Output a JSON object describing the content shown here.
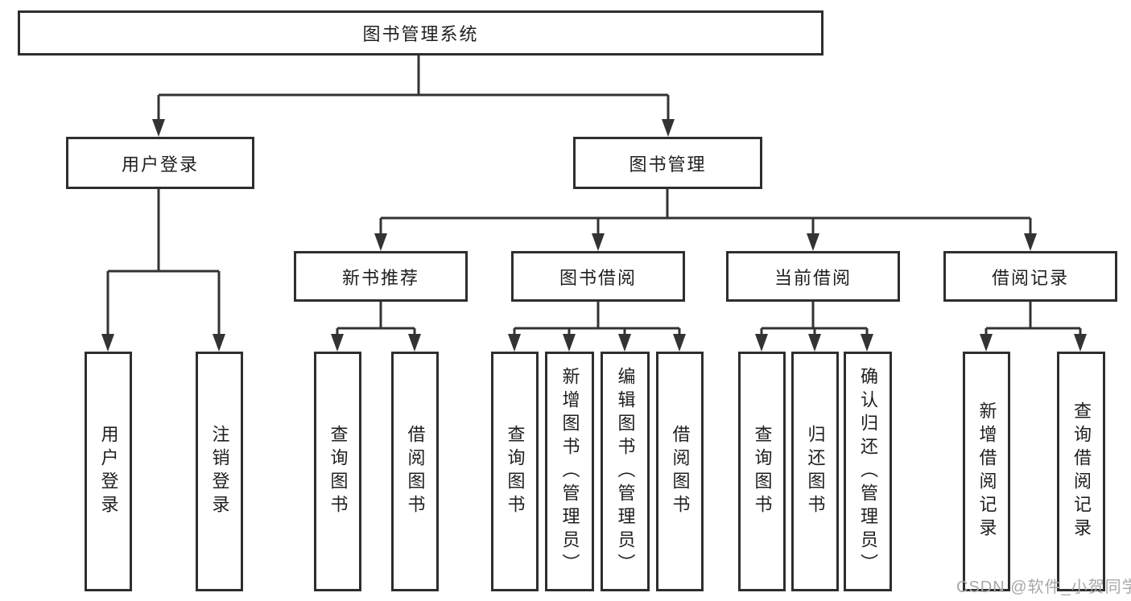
{
  "diagram": {
    "root": {
      "label": "图书管理系统"
    },
    "branches": [
      {
        "label": "用户登录",
        "children": [
          {
            "label": "用户登录"
          },
          {
            "label": "注销登录"
          }
        ]
      },
      {
        "label": "图书管理",
        "children": [
          {
            "label": "新书推荐",
            "children": [
              {
                "label": "查询图书"
              },
              {
                "label": "借阅图书"
              }
            ]
          },
          {
            "label": "图书借阅",
            "children": [
              {
                "label": "查询图书"
              },
              {
                "label": "新增图书（管理员）"
              },
              {
                "label": "编辑图书（管理员）"
              },
              {
                "label": "借阅图书"
              }
            ]
          },
          {
            "label": "当前借阅",
            "children": [
              {
                "label": "查询图书"
              },
              {
                "label": "归还图书"
              },
              {
                "label": "确认归还（管理员）"
              }
            ]
          },
          {
            "label": "借阅记录",
            "children": [
              {
                "label": "新增借阅记录"
              },
              {
                "label": "查询借阅记录"
              }
            ]
          }
        ]
      }
    ]
  },
  "watermark": {
    "text": "CSDN @软件_小贺同学"
  },
  "colors": {
    "line": "#333333",
    "box_border": "#2e2e2e",
    "text": "#1f1f1f",
    "watermark": "#a8a8a8",
    "background": "#ffffff"
  }
}
